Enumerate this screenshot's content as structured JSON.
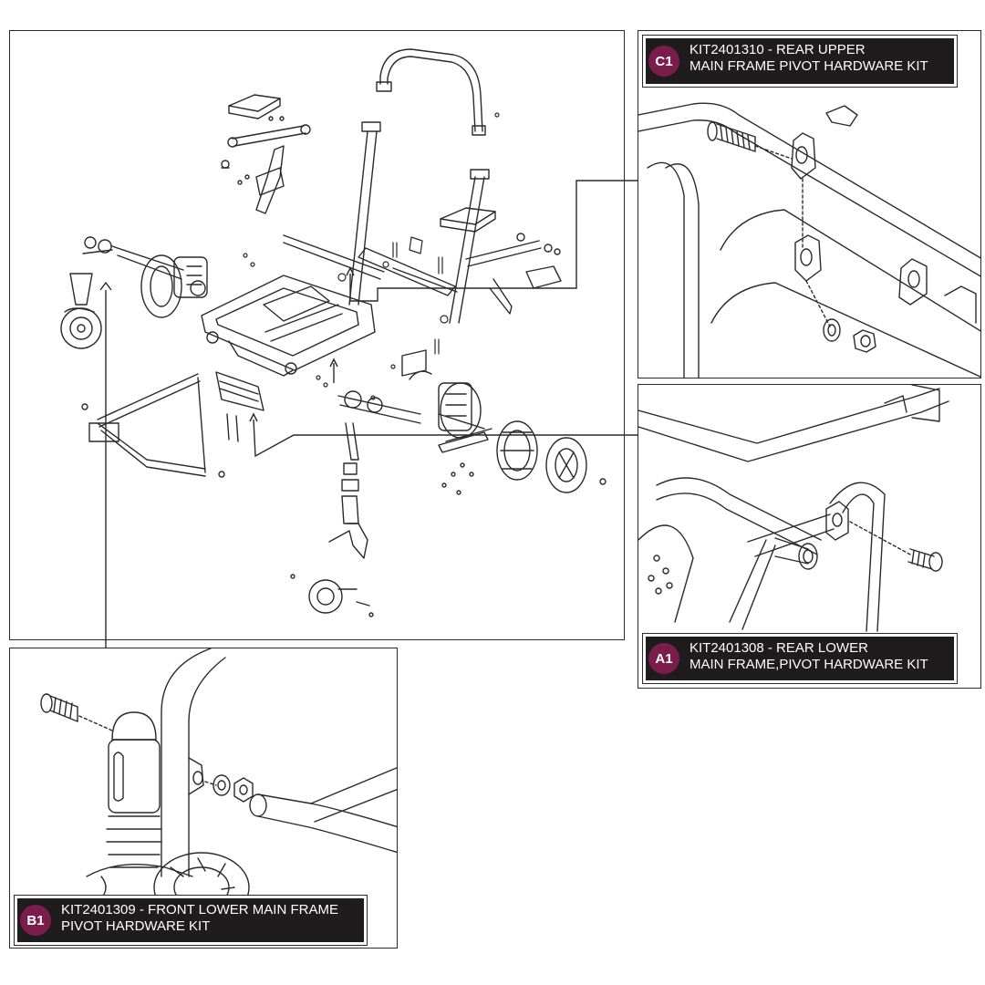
{
  "kits": {
    "c1": {
      "badge": "C1",
      "line1": "KIT2401310 - REAR UPPER",
      "line2": "MAIN FRAME PIVOT HARDWARE KIT"
    },
    "a1": {
      "badge": "A1",
      "line1": "KIT2401308 - REAR LOWER",
      "line2": "MAIN FRAME,PIVOT HARDWARE KIT"
    },
    "b1": {
      "badge": "B1",
      "line1": "KIT2401309 - FRONT LOWER MAIN FRAME",
      "line2": "PIVOT HARDWARE KIT"
    }
  },
  "colors": {
    "badge": "#7a1d4d",
    "label_bg": "#1f1c1d",
    "line": "#2a2a2a"
  }
}
